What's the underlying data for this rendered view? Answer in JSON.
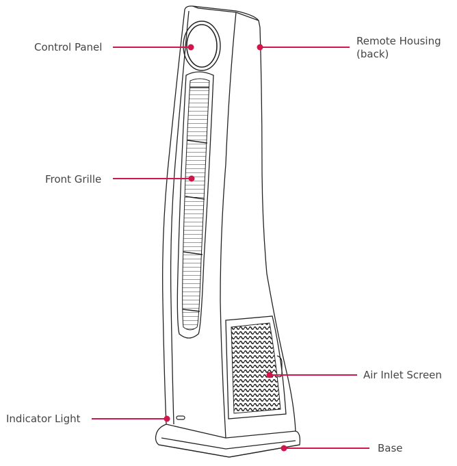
{
  "colors": {
    "line": "#222222",
    "callout": "#d0164a",
    "label": "#444444",
    "background": "#ffffff"
  },
  "labels": {
    "control_panel": "Control Panel",
    "remote_housing_line1": "Remote Housing",
    "remote_housing_line2": "(back)",
    "front_grille": "Front Grille",
    "air_inlet_screen": "Air Inlet Screen",
    "indicator_light": "Indicator Light",
    "base": "Base"
  }
}
